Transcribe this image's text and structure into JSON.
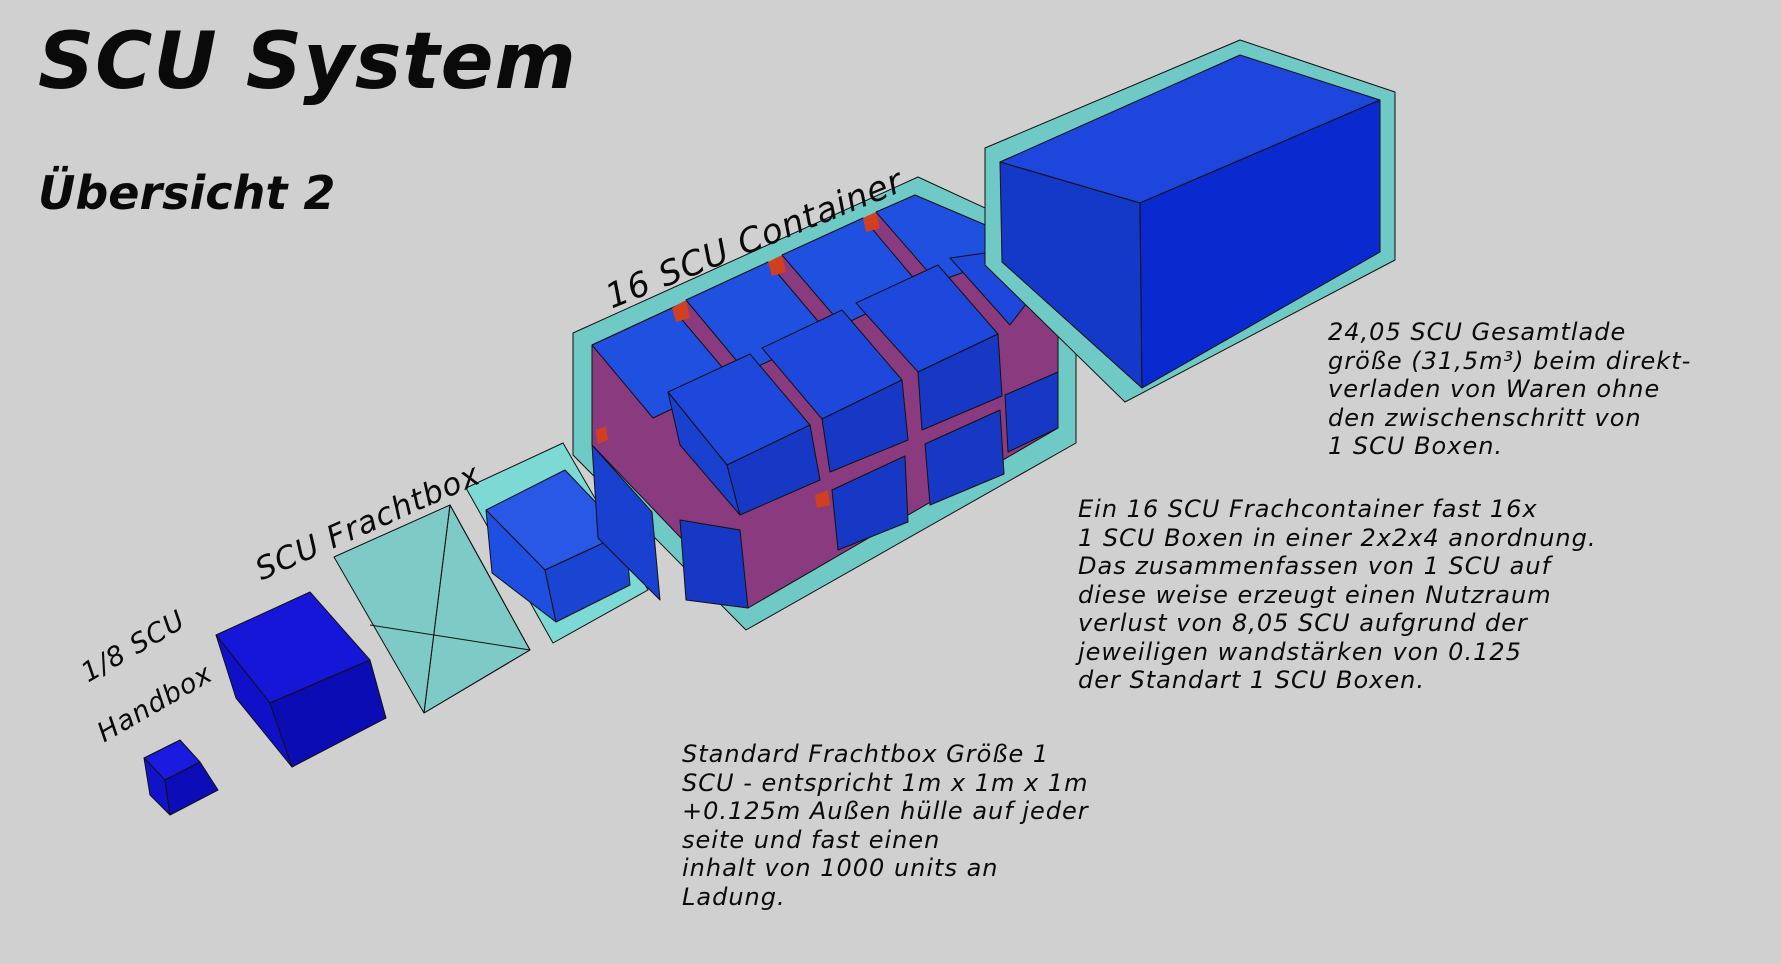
{
  "title": "SCU System",
  "subtitle": "Übersicht 2",
  "labels": {
    "container": "16 SCU Container",
    "frachtbox": "SCU Frachtbox",
    "handbox_line1": "1/8 SCU",
    "handbox_line2": "Handbox"
  },
  "notes": {
    "total": "24,05 SCU Gesamtlade\ngröße (31,5m³) beim direkt-\nverladen von Waren ohne\nden zwischenschritt von\n1 SCU Boxen.",
    "container": "Ein 16 SCU Frachcontainer fast 16x\n1 SCU Boxen in einer 2x2x4 anordnung.\nDas zusammenfassen von 1 SCU auf\ndiese weise erzeugt einen Nutzraum\nverlust von 8,05 SCU aufgrund der\njeweiligen wandstärken von 0.125\nder Standart 1 SCU  Boxen.",
    "standard": "Standard Frachtbox Größe 1\nSCU - entspricht 1m x 1m x 1m\n+0.125m Außen hülle auf jeder\nseite und fast einen\ninhalt von 1000 units an\nLadung."
  },
  "colors": {
    "background": "#d0d0d0",
    "box_blue": "#1010d0",
    "box_blue_light": "#2040e0",
    "shell_cyan": "#6fc9c4",
    "spacer_purple": "#8a3a7e",
    "spacer_red": "#d04020"
  }
}
